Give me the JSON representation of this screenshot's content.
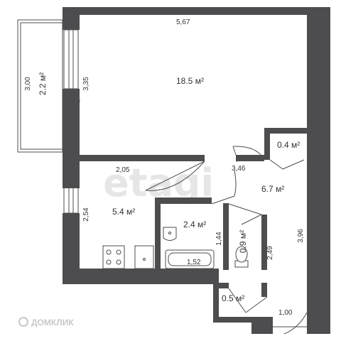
{
  "watermark": {
    "brand": "etagi",
    "footer_brand": "ДОМКЛИК"
  },
  "rooms": {
    "main_room": "18.5 м²",
    "balcony": "2.2 м²",
    "kitchen": "5.4 м²",
    "bathroom": "2.4 м²",
    "toilet": "0.9 м²",
    "hallway": "6.7 м²",
    "closet_top": "0.4 м²",
    "closet_bottom": "0.5 м²"
  },
  "dimensions": {
    "main_width": "5,67",
    "main_depth": "3,35",
    "balcony_length": "3,00",
    "kitchen_width": "2,05",
    "kitchen_depth": "2,54",
    "hall_width": "3,46",
    "hall_length": "3,96",
    "bath_depth": "1,44",
    "bath_width": "1,52",
    "toilet_depth": "2,49",
    "entry_width": "1,00"
  },
  "colors": {
    "wall": "#4d4d4f",
    "text": "#333333",
    "watermark": "#e6e6e6"
  }
}
